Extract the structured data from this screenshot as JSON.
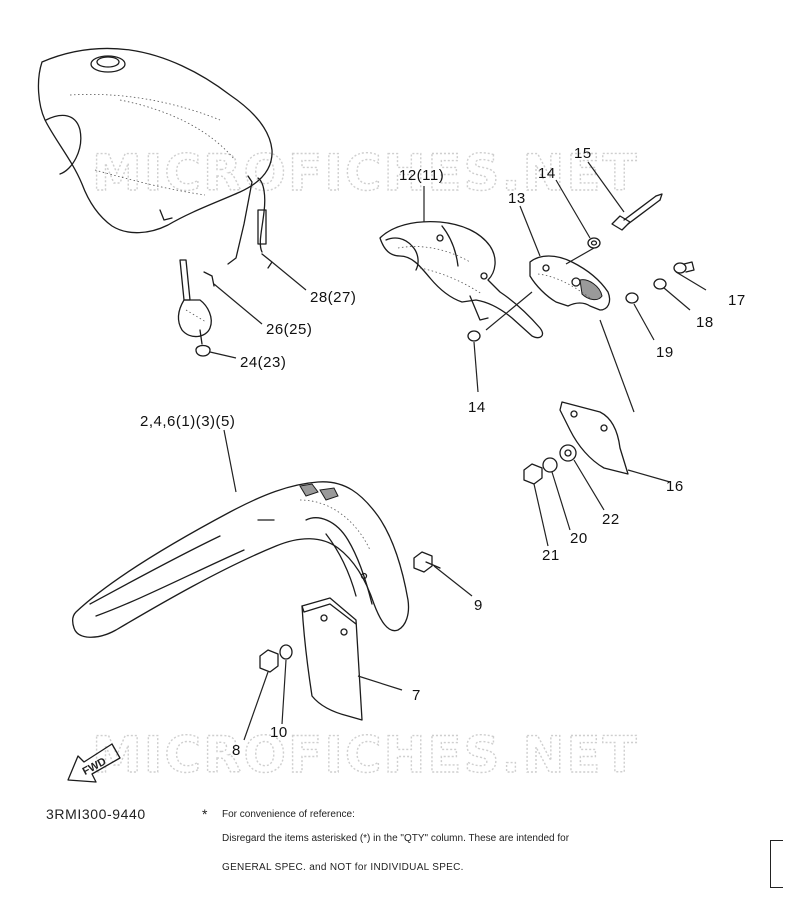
{
  "watermark": "MICROFICHES.NET",
  "fwd_label": "FWD",
  "callouts": [
    {
      "id": "c-12",
      "text": "12(11)"
    },
    {
      "id": "c-13",
      "text": "13"
    },
    {
      "id": "c-14a",
      "text": "14"
    },
    {
      "id": "c-14b",
      "text": "14"
    },
    {
      "id": "c-15",
      "text": "15"
    },
    {
      "id": "c-17",
      "text": "17"
    },
    {
      "id": "c-18",
      "text": "18"
    },
    {
      "id": "c-19",
      "text": "19"
    },
    {
      "id": "c-16",
      "text": "16"
    },
    {
      "id": "c-22",
      "text": "22"
    },
    {
      "id": "c-20",
      "text": "20"
    },
    {
      "id": "c-21",
      "text": "21"
    },
    {
      "id": "c-28",
      "text": "28(27)"
    },
    {
      "id": "c-26",
      "text": "26(25)"
    },
    {
      "id": "c-24",
      "text": "24(23)"
    },
    {
      "id": "c-2",
      "text": "2,4,6(1)(3)(5)"
    },
    {
      "id": "c-9",
      "text": "9"
    },
    {
      "id": "c-7",
      "text": "7"
    },
    {
      "id": "c-8",
      "text": "8"
    },
    {
      "id": "c-10",
      "text": "10"
    }
  ],
  "footer": {
    "drawing_number": "3RMI300-9440",
    "star": "*",
    "line1": "For convenience of reference:",
    "line2": "Disregard the items asterisked (*) in the \"QTY\" column.  These are intended for",
    "line3": "GENERAL SPEC. and NOT for INDIVIDUAL SPEC."
  }
}
